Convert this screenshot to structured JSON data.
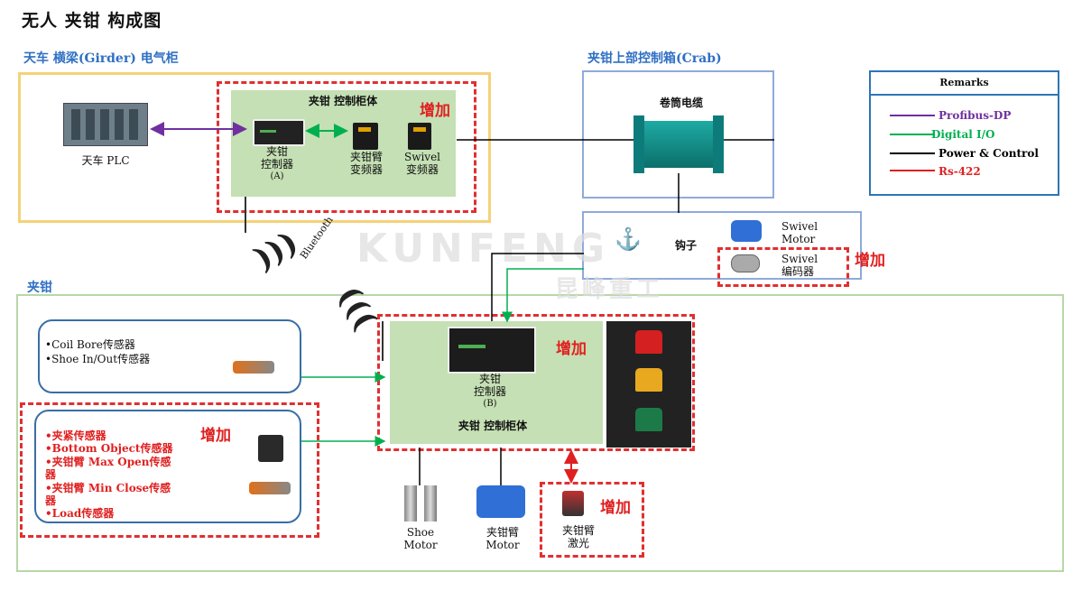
{
  "title": "无人 夹钳 构成图",
  "sections": {
    "girder": "天车 横梁(Girder) 电气柜",
    "crab": "夹钳上部控制箱(Crab)",
    "clamp": "夹钳"
  },
  "add_label": "增加",
  "cabinet_top": {
    "title": "夹钳 控制柜体",
    "controller": [
      "夹钳",
      "控制器",
      "(A)"
    ],
    "arm_inverter": [
      "夹钳臂",
      "变频器"
    ],
    "swivel_inverter": [
      "Swivel",
      "变频器"
    ]
  },
  "plc": "天车 PLC",
  "cable_drum": "卷筒电缆",
  "hook": "钩子",
  "swivel_motor": [
    "Swivel",
    "Motor"
  ],
  "swivel_encoder": [
    "Swivel",
    "编码器"
  ],
  "bluetooth": "Bluetooth",
  "watermark": {
    "latin": "KUNFENG",
    "cjk": "昆峰重工"
  },
  "cabinet_bottom": {
    "controller": [
      "夹钳",
      "控制器",
      "(B)"
    ],
    "title": "夹钳 控制柜体"
  },
  "sensors_existing": [
    "•Coil Bore传感器",
    "•Shoe In/Out传感器"
  ],
  "sensors_new": [
    "•夹紧传感器",
    "•Bottom Object传感器",
    "•夹钳臂 Max Open传感",
    "器",
    "•夹钳臂 Min Close传感",
    "器",
    "•Load传感器"
  ],
  "shoe_motor": [
    "Shoe",
    "Motor"
  ],
  "arm_motor": [
    "夹钳臂",
    "Motor"
  ],
  "arm_laser": [
    "夹钳臂",
    "激光"
  ],
  "remarks": {
    "title": "Remarks",
    "items": [
      {
        "label": "Profibus-DP",
        "color": "#7030a0"
      },
      {
        "label": "Digital I/O",
        "color": "#00b050"
      },
      {
        "label": "Power & Control",
        "color": "#000000"
      },
      {
        "label": "Rs-422",
        "color": "#e02020"
      }
    ]
  }
}
